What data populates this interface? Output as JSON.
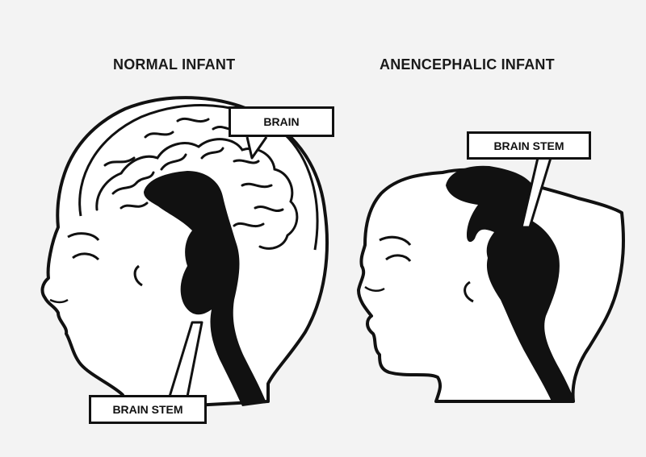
{
  "figure": {
    "normal": {
      "title": "NORMAL INFANT",
      "brain_label": "BRAIN",
      "brainstem_label": "BRAIN STEM"
    },
    "anencephalic": {
      "title": "ANENCEPHALIC INFANT",
      "brainstem_label": "BRAIN STEM"
    }
  },
  "colors": {
    "background": "#f3f3f3",
    "ink": "#111111",
    "fill": "#ffffff"
  }
}
